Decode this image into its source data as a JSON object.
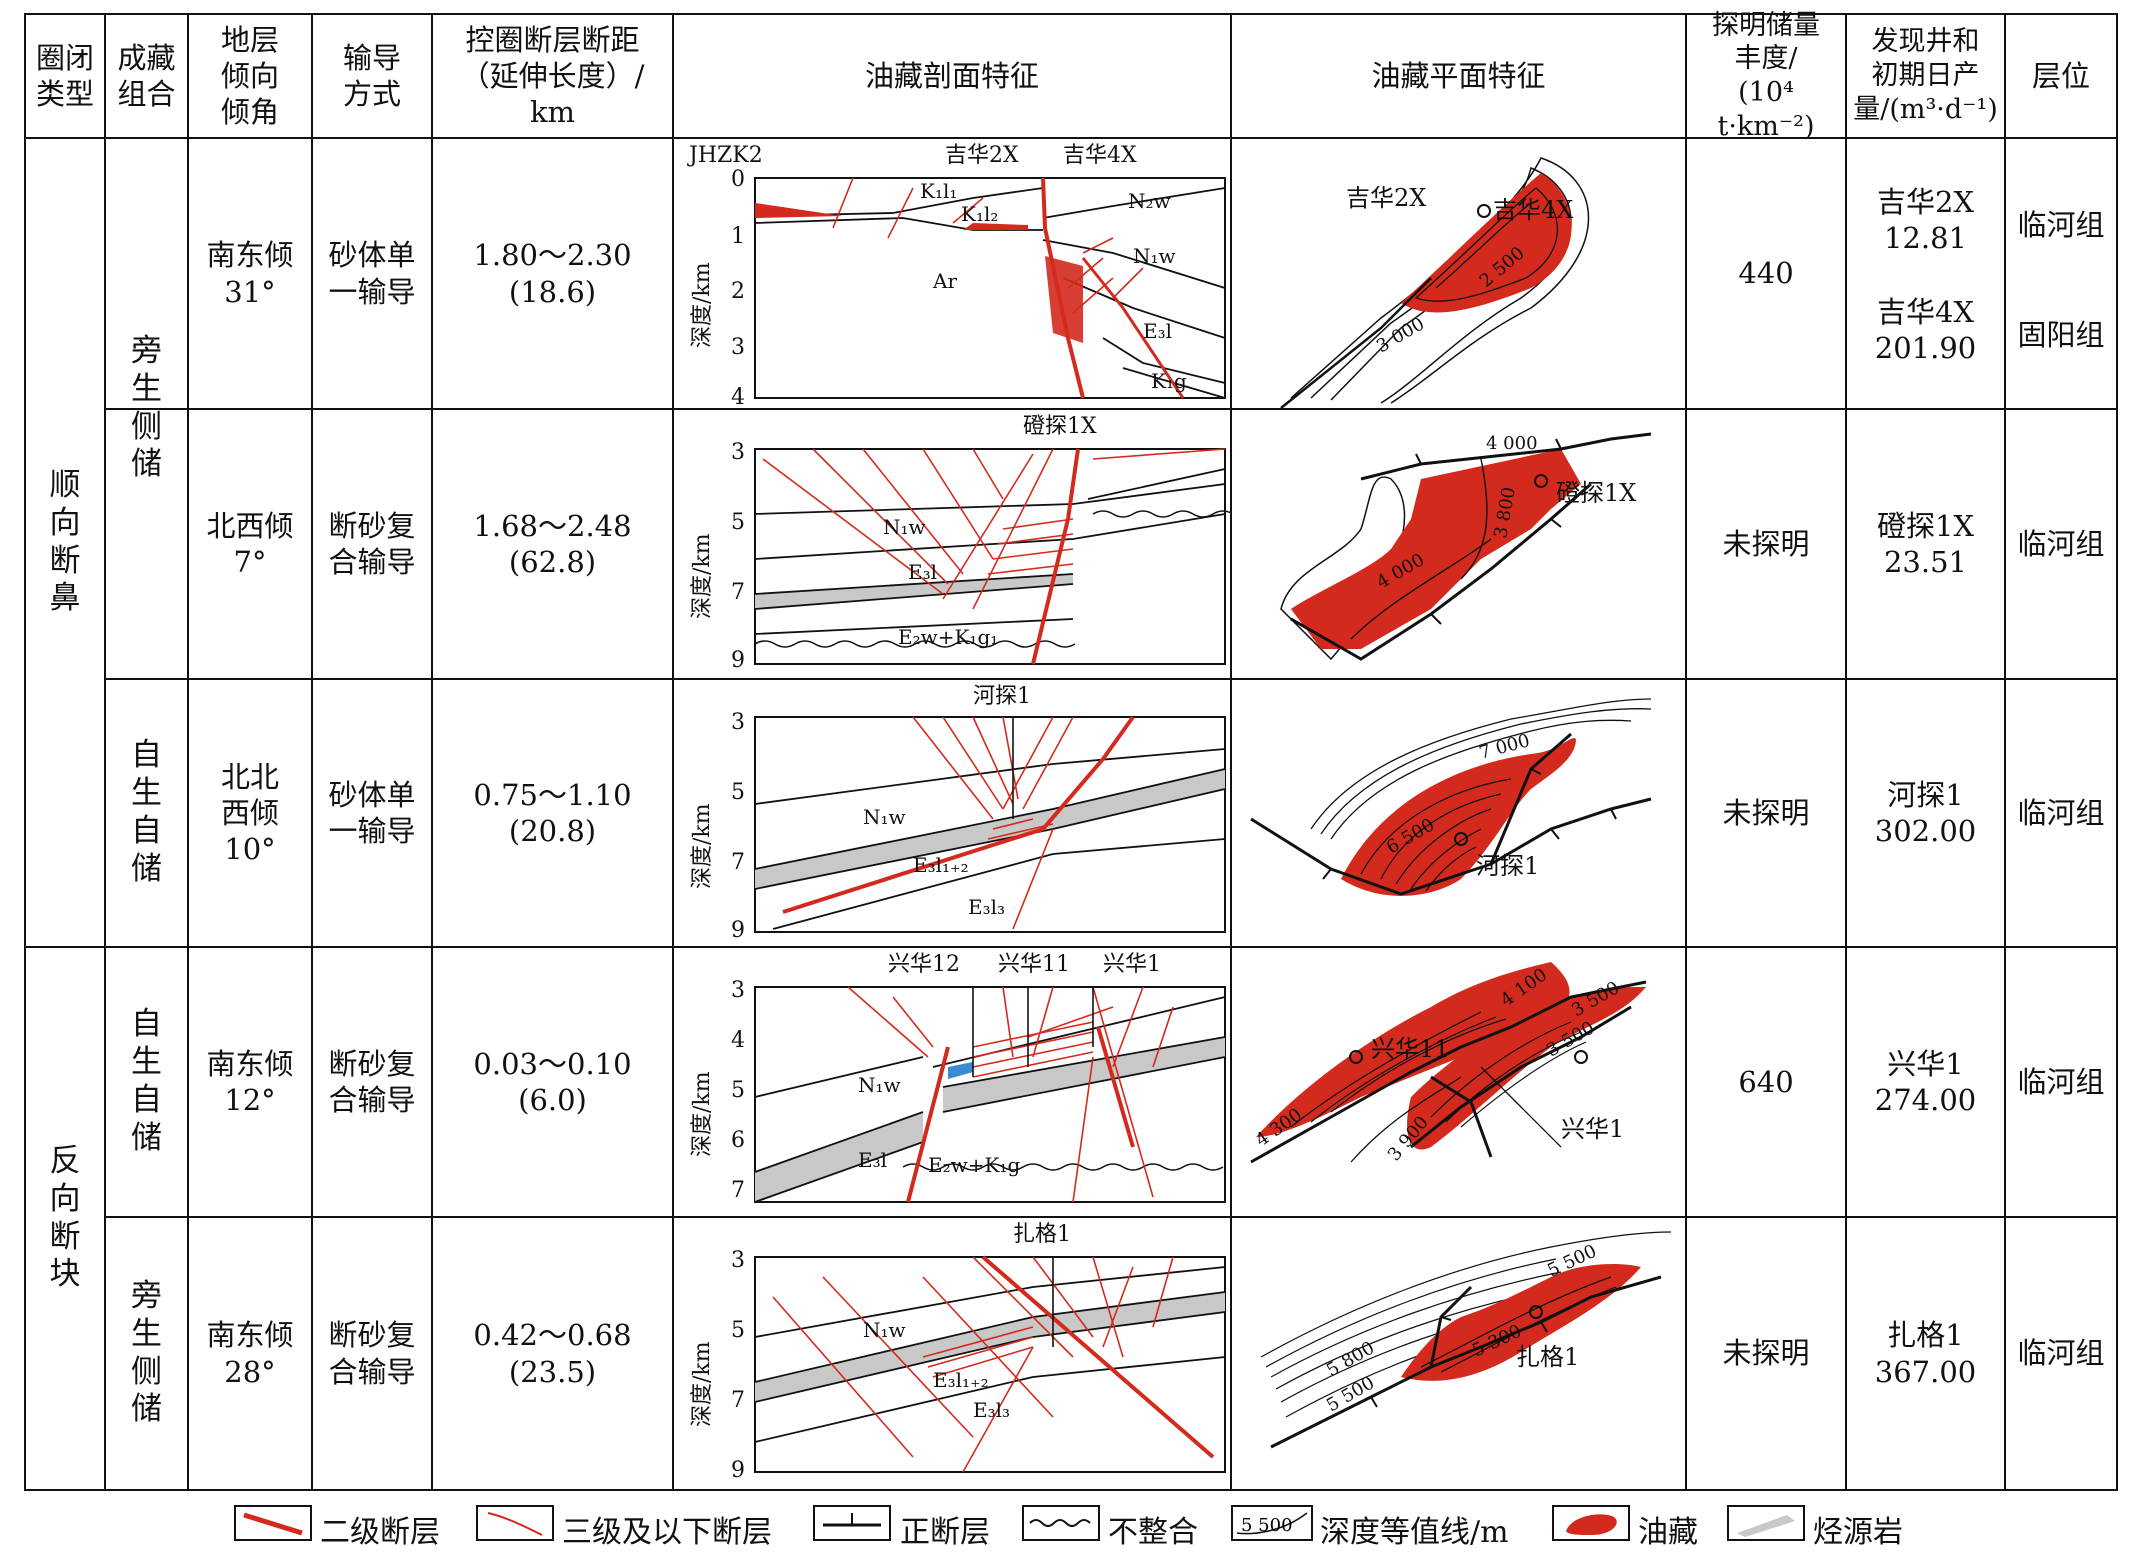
{
  "header": {
    "trap_type": "圈闭\n类型",
    "accumulation": "成藏\n组合",
    "dip": "地层\n倾向\n倾角",
    "migration": "输导\n方式",
    "throw": "控圈断层断距\n（延伸长度）/\nkm",
    "section": "油藏剖面特征",
    "plan": "油藏平面特征",
    "reserve": "探明储量\n丰度/\n(10⁴ t·km⁻²)",
    "well": "发现井和\n初期日产\n量/(m³·d⁻¹)",
    "layer": "层位"
  },
  "groups": {
    "shunxiang": "顺\n向\n断\n鼻",
    "fanxiang": "反\n向\n断\n块",
    "pangsheng1": "旁\n生\n侧\n储",
    "zisheng1": "自\n生\n自\n储",
    "zisheng2": "自\n生\n自\n储",
    "pangsheng2": "旁\n生\n侧\n储"
  },
  "rows": [
    {
      "dip": "南东倾\n31°",
      "migration": "砂体单\n一输导",
      "throw": "1.80～2.30\n(18.6)",
      "reserve": "440",
      "well_a": "吉华2X\n12.81",
      "well_b": "吉华4X\n201.90",
      "layer_a": "临河组",
      "layer_b": "固阳组"
    },
    {
      "dip": "北西倾\n7°",
      "migration": "断砂复\n合输导",
      "throw": "1.68～2.48\n(62.8)",
      "reserve": "未探明",
      "well": "磴探1X\n23.51",
      "layer": "临河组"
    },
    {
      "dip": "北北\n西倾\n10°",
      "migration": "砂体单\n一输导",
      "throw": "0.75～1.10\n(20.8)",
      "reserve": "未探明",
      "well": "河探1\n302.00",
      "layer": "临河组"
    },
    {
      "dip": "南东倾\n12°",
      "migration": "断砂复\n合输导",
      "throw": "0.03～0.10\n(6.0)",
      "reserve": "640",
      "well": "兴华1\n274.00",
      "layer": "临河组"
    },
    {
      "dip": "南东倾\n28°",
      "migration": "断砂复\n合输导",
      "throw": "0.42～0.68\n(23.5)",
      "reserve": "未探明",
      "well": "扎格1\n367.00",
      "layer": "临河组"
    }
  ],
  "sections": {
    "ylabel": "深度/km",
    "s1": {
      "wells": [
        "JHZK2",
        "吉华2X",
        "吉华4X"
      ],
      "ticks": [
        "0",
        "1",
        "2",
        "3",
        "4"
      ],
      "labels": [
        "K₁l₁",
        "K₁l₂",
        "N₂w",
        "N₁w",
        "Ar",
        "E₃l",
        "K₁g"
      ]
    },
    "s2": {
      "wells": [
        "磴探1X"
      ],
      "ticks": [
        "3",
        "5",
        "7",
        "9"
      ],
      "labels": [
        "N₁w",
        "E₃l",
        "E₂w+K₁g₁"
      ]
    },
    "s3": {
      "wells": [
        "河探1"
      ],
      "ticks": [
        "3",
        "5",
        "7",
        "9"
      ],
      "labels": [
        "N₁w",
        "E₃l₁₊₂",
        "E₃l₃"
      ]
    },
    "s4": {
      "wells": [
        "兴华12",
        "兴华11",
        "兴华1"
      ],
      "ticks": [
        "3",
        "4",
        "5",
        "6",
        "7"
      ],
      "labels": [
        "N₁w",
        "E₃l",
        "E₂w+K₁g"
      ]
    },
    "s5": {
      "wells": [
        "扎格1"
      ],
      "ticks": [
        "3",
        "5",
        "7",
        "9"
      ],
      "labels": [
        "N₁w",
        "E₃l₁₊₂",
        "E₃l₃"
      ]
    }
  },
  "plans": {
    "p1": {
      "wells": [
        "吉华2X",
        "吉华4X"
      ],
      "contours": [
        "2 500",
        "3 000"
      ]
    },
    "p2": {
      "wells": [
        "磴探1X"
      ],
      "contours": [
        "4 000",
        "3 800",
        "4 000"
      ]
    },
    "p3": {
      "wells": [
        "河探1"
      ],
      "contours": [
        "7 000",
        "6 500"
      ]
    },
    "p4": {
      "wells": [
        "兴华11",
        "兴华1"
      ],
      "contours": [
        "4 100",
        "3 500",
        "3 500",
        "4 300",
        "3 900"
      ]
    },
    "p5": {
      "wells": [
        "扎格1"
      ],
      "contours": [
        "5 500",
        "5 800",
        "5 500",
        "5 300"
      ]
    }
  },
  "legend": {
    "items": [
      "二级断层",
      "三级及以下断层",
      "正断层",
      "不整合",
      "深度等值线/m",
      "油藏",
      "烃源岩"
    ],
    "contour_sample": "5 500"
  },
  "colors": {
    "red": "#d42a1e",
    "gray": "#c8c8c8",
    "blue": "#3a8ad4",
    "line": "#111111"
  }
}
